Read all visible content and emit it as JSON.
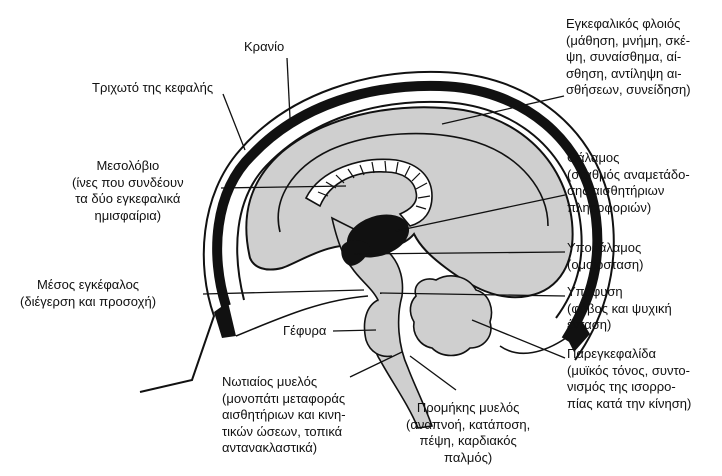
{
  "colors": {
    "ink": "#111111",
    "brain_fill": "#cfcfcf",
    "paper": "#ffffff"
  },
  "labels": {
    "kranio": "Κρανίο",
    "trichoto": "Τριχωτό της κεφαλής",
    "mesolovio": "Μεσολόβιο\n(ίνες που συνδέουν\nτα δύο εγκεφαλικά\nημισφαίρια)",
    "mesos": "Μέσος εγκέφαλος\n(διέγερση και προσοχή)",
    "gefyra": "Γέφυρα",
    "notiaios": "Νωτιαίος μυελός\n(μονοπάτι μεταφοράς\nαισθητήριων και κινη-\nτικών ώσεων, τοπικά\nαντανακλαστικά)",
    "promikis": "Προμήκης μυελός\n(αναπνοή, κατάποση,\nπέψη, καρδιακός\nπαλμός)",
    "floios": "Εγκεφαλικός φλοιός\n(μάθηση, μνήμη, σκέ-\nψη, συναίσθημα, αί-\nσθηση, αντίληψη αι-\nσθήσεων, συνείδηση)",
    "thalamos": "Θάλαμος\n(σταθμός αναμετάδο-\nσης αισθητήριων\nπληροφοριών)",
    "ypothalamos": "Υποθάλαμος\n(ομοιόσταση)",
    "ypofysi": "Υπόφυση\n(φόβος και ψυχική\nένταση)",
    "paregkefalida": "Παρεγκεφαλίδα\n(μυϊκός τόνος, συντο-\nνισμός της ισορρο-\nπίας κατά την κίνηση)"
  }
}
